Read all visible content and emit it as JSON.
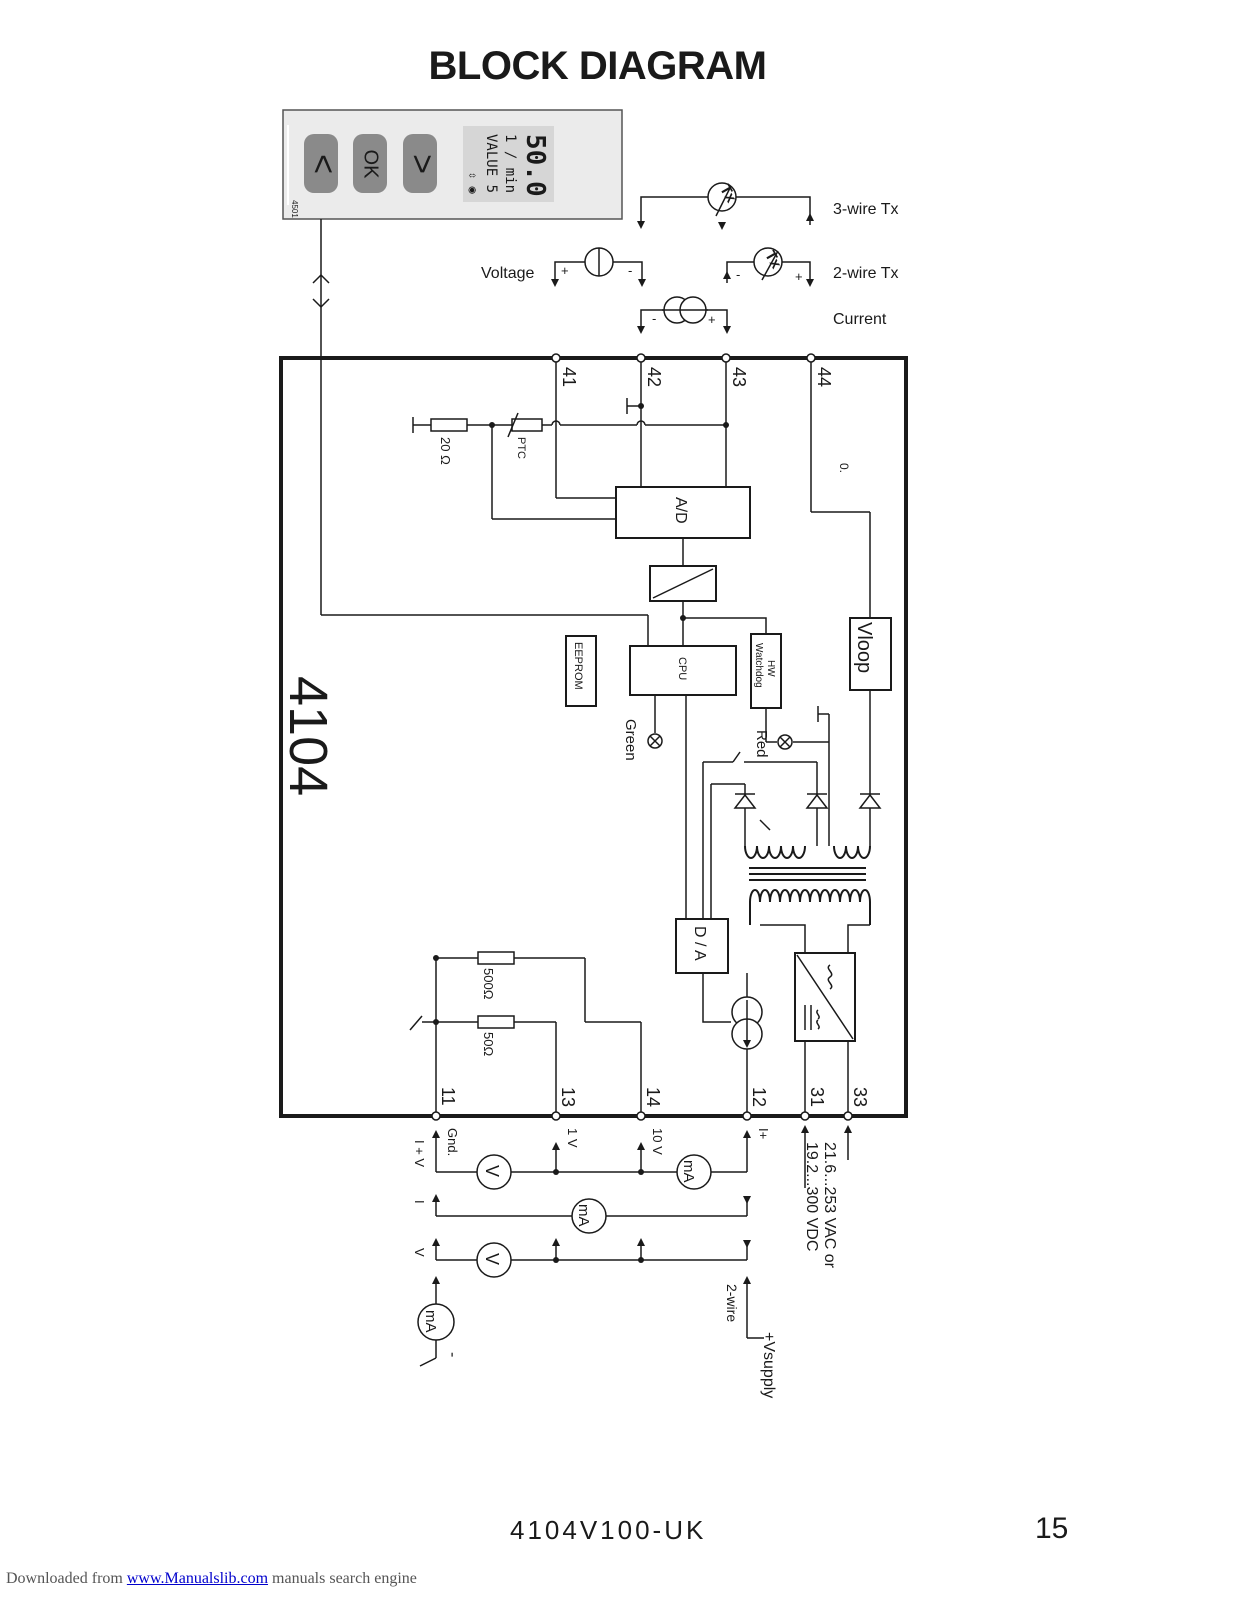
{
  "page": {
    "title": "BLOCK DIAGRAM",
    "doc_code": "4104V100-UK",
    "page_number": "15",
    "credit": {
      "prefix": "Downloaded from ",
      "link_text": "www.Manualslib.com",
      "suffix": " manuals search engine"
    }
  },
  "display": {
    "btn_left": "<",
    "btn_ok": "OK",
    "btn_right": ">",
    "lcd_value": "50.0",
    "lcd_unit": "1 / min",
    "lcd_label": "VALUE 5",
    "lcd_icons": "⇳ ◉",
    "tag": "4501"
  },
  "inputs": {
    "three_wire": "3-wire Tx",
    "two_wire": "2-wire Tx",
    "voltage": "Voltage",
    "current": "Current",
    "tx": "Tx",
    "plus": "+",
    "minus": "-"
  },
  "terminals": {
    "t41": "41",
    "t42": "42",
    "t43": "43",
    "t44": "44",
    "t11": "11",
    "t13": "13",
    "t14": "14",
    "t12": "12",
    "t31": "31",
    "t33": "33"
  },
  "blocks": {
    "device": "4104",
    "ad": "A/D",
    "cpu": "CPU",
    "eeprom": "EEPROM",
    "watchdog_l1": "HW",
    "watchdog_l2": "Watchdog",
    "vloop": "Vloop",
    "da": "D / A",
    "green": "Green",
    "red": "Red",
    "r20": "20 Ω",
    "ptc": "PTC",
    "r500": "500Ω",
    "r50": "50Ω",
    "zero": "0."
  },
  "outputs": {
    "gnd": "Gnd.",
    "one_v": "1 V",
    "ten_v": "10 V",
    "i_plus": "I+",
    "row_iv": "I + V",
    "row_i": "I",
    "row_v": "V",
    "meter_v": "V",
    "meter_ma": "mA",
    "two_wire": "2-wire",
    "vsupply": "+Vsupply",
    "minus": "-"
  },
  "supply": {
    "line1": "21.6...253 VAC or",
    "line2": "19.2...300 VDC"
  }
}
